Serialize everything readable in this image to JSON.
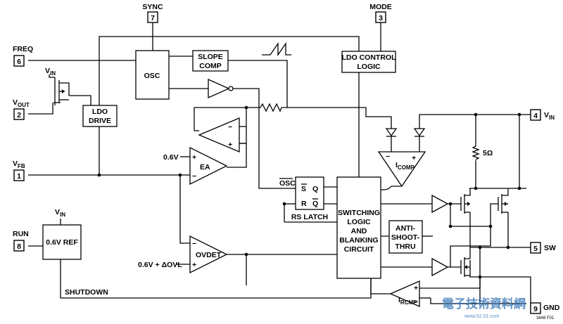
{
  "pins": {
    "sync": {
      "name": "SYNC",
      "number": "7"
    },
    "mode": {
      "name": "MODE",
      "number": "3"
    },
    "freq": {
      "name": "FREQ",
      "number": "6"
    },
    "vout": {
      "name": "V",
      "sub": "OUT",
      "number": "2"
    },
    "vfb": {
      "name": "V",
      "sub": "FB",
      "number": "1"
    },
    "run": {
      "name": "RUN",
      "number": "8"
    },
    "vin": {
      "name": "V",
      "sub": "IN",
      "number": "4"
    },
    "sw": {
      "name": "SW",
      "number": "5"
    },
    "gnd": {
      "name": "GND",
      "number": "9"
    }
  },
  "blocks": {
    "osc": "OSC",
    "slope_comp": [
      "SLOPE",
      "COMP"
    ],
    "ldo_control": [
      "LDO CONTROL",
      "LOGIC"
    ],
    "ldo_drive": [
      "LDO",
      "DRIVE"
    ],
    "ref": "0.6V REF",
    "rs_latch": "RS LATCH",
    "switching": [
      "SWITCHING",
      "LOGIC",
      "AND",
      "BLANKING",
      "CIRCUIT"
    ],
    "anti_shoot": [
      "ANTI-",
      "SHOOT-",
      "THRU"
    ]
  },
  "labels": {
    "vin_ldo": {
      "main": "V",
      "sub": "IN"
    },
    "vin_ref": {
      "main": "V",
      "sub": "IN"
    },
    "ref_06v": "0.6V",
    "ea": "EA",
    "ovdet": "OVDET",
    "ovl": "0.6V + ΔOVL",
    "osc_bar": "OSC",
    "latch_s": "S",
    "latch_r": "R",
    "latch_q": "Q",
    "latch_qbar": "Q",
    "shutdown": "SHUTDOWN",
    "icomp": {
      "main": "I",
      "sub": "COMP"
    },
    "ircmp": {
      "main": "I",
      "sub": "RCMP"
    },
    "resistor": "5Ω",
    "figure_id": "3448 F01"
  },
  "watermark": {
    "text": "電子技術資料網",
    "url": "www.52.01.com"
  }
}
